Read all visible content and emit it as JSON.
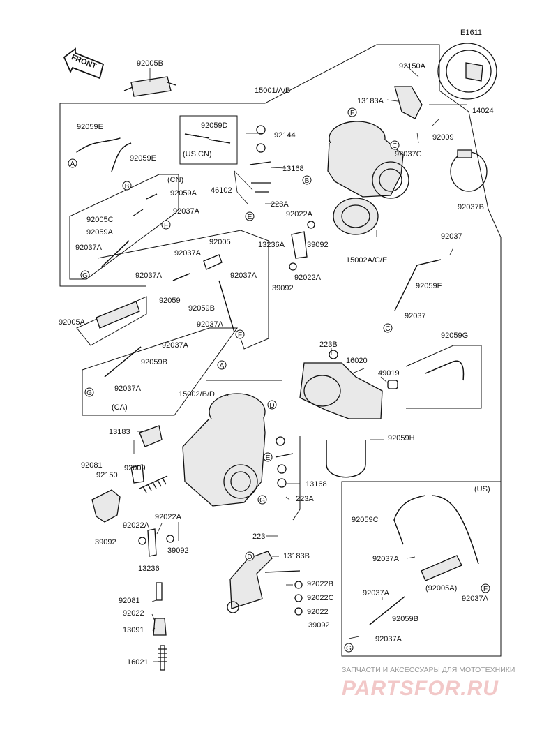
{
  "figure_code": "E1611",
  "front_arrow_text": "FRONT",
  "parts": [
    {
      "label": "92005B"
    },
    {
      "label": "15001/A/B"
    },
    {
      "label": "92150A"
    },
    {
      "label": "13183A"
    },
    {
      "label": "14024"
    },
    {
      "label": "92059E"
    },
    {
      "label": "92059D"
    },
    {
      "label": "(US,CN)"
    },
    {
      "label": "92059E"
    },
    {
      "label": "92144"
    },
    {
      "label": "13168"
    },
    {
      "label": "92009"
    },
    {
      "label": "92037C"
    },
    {
      "label": "(CN)"
    },
    {
      "label": "92059A"
    },
    {
      "label": "46102"
    },
    {
      "label": "92037A"
    },
    {
      "label": "223A"
    },
    {
      "label": "92005C"
    },
    {
      "label": "92059A"
    },
    {
      "label": "92022A"
    },
    {
      "label": "92037B"
    },
    {
      "label": "92037A"
    },
    {
      "label": "13236A"
    },
    {
      "label": "39092"
    },
    {
      "label": "92005"
    },
    {
      "label": "92037A"
    },
    {
      "label": "15002A/C/E"
    },
    {
      "label": "92037"
    },
    {
      "label": "92037A"
    },
    {
      "label": "92037A"
    },
    {
      "label": "39092"
    },
    {
      "label": "92022A"
    },
    {
      "label": "92059"
    },
    {
      "label": "92059F"
    },
    {
      "label": "92059B"
    },
    {
      "label": "92005A"
    },
    {
      "label": "92037A"
    },
    {
      "label": "92037"
    },
    {
      "label": "92037A"
    },
    {
      "label": "223B"
    },
    {
      "label": "92059G"
    },
    {
      "label": "92059B"
    },
    {
      "label": "16020"
    },
    {
      "label": "49019"
    },
    {
      "label": "92037A"
    },
    {
      "label": "(CA)"
    },
    {
      "label": "15002/B/D"
    },
    {
      "label": "13183"
    },
    {
      "label": "92059H"
    },
    {
      "label": "92009"
    },
    {
      "label": "92081"
    },
    {
      "label": "92150"
    },
    {
      "label": "13168"
    },
    {
      "label": "223A"
    },
    {
      "label": "(US)"
    },
    {
      "label": "92022A"
    },
    {
      "label": "92022A"
    },
    {
      "label": "92059C"
    },
    {
      "label": "39092"
    },
    {
      "label": "39092"
    },
    {
      "label": "13236"
    },
    {
      "label": "223"
    },
    {
      "label": "13183B"
    },
    {
      "label": "92037A"
    },
    {
      "label": "92022B"
    },
    {
      "label": "(92005A)"
    },
    {
      "label": "92037A"
    },
    {
      "label": "92081"
    },
    {
      "label": "92022C"
    },
    {
      "label": "92037A"
    },
    {
      "label": "92022"
    },
    {
      "label": "92022"
    },
    {
      "label": "92059B"
    },
    {
      "label": "13091"
    },
    {
      "label": "39092"
    },
    {
      "label": "92037A"
    },
    {
      "label": "16021"
    }
  ],
  "callouts": [
    {
      "letter": "A"
    },
    {
      "letter": "B"
    },
    {
      "letter": "F"
    },
    {
      "letter": "C"
    },
    {
      "letter": "B"
    },
    {
      "letter": "E"
    },
    {
      "letter": "F"
    },
    {
      "letter": "G"
    },
    {
      "letter": "C"
    },
    {
      "letter": "F"
    },
    {
      "letter": "G"
    },
    {
      "letter": "A"
    },
    {
      "letter": "D"
    },
    {
      "letter": "E"
    },
    {
      "letter": "G"
    },
    {
      "letter": "D"
    },
    {
      "letter": "F"
    },
    {
      "letter": "G"
    }
  ],
  "watermark": {
    "caption": "ЗАПЧАСТИ И АКСЕССУАРЫ ДЛЯ МОТОТЕХНИКИ",
    "logo": "PARTSFOR.RU",
    "logo_color": "#f2c8c8"
  }
}
